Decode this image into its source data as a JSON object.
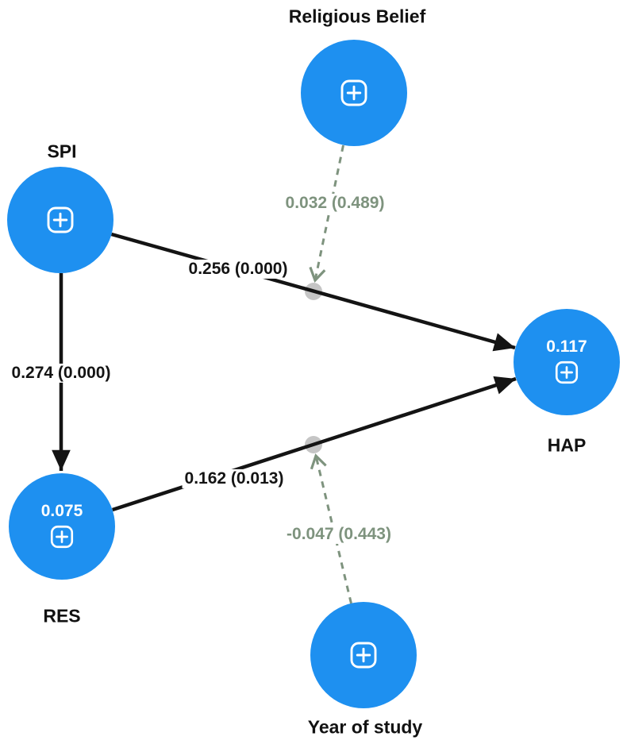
{
  "diagram": {
    "type": "sem-path-model",
    "colors": {
      "node_fill": "#1e90f0",
      "direct_path": "#141414",
      "moderation_path": "#7e937e",
      "moderation_dot": "#c5c5c5",
      "node_value_text": "#ffffff",
      "label_text": "#111111"
    },
    "nodes": {
      "religious_belief": {
        "label": "Religious Belief",
        "icon": "plus-square-icon"
      },
      "spi": {
        "label": "SPI",
        "icon": "plus-square-icon"
      },
      "hap": {
        "label": "HAP",
        "value": "0.117",
        "icon": "plus-square-icon"
      },
      "res": {
        "label": "RES",
        "value": "0.075",
        "icon": "plus-square-icon"
      },
      "year_of_study": {
        "label": "Year of study",
        "icon": "plus-square-icon"
      }
    },
    "paths": {
      "spi_hap": {
        "from": "SPI",
        "to": "HAP",
        "label": "0.256 (0.000)",
        "style": "solid-black-arrow"
      },
      "spi_res": {
        "from": "SPI",
        "to": "RES",
        "label": "0.274 (0.000)",
        "style": "solid-black-arrow"
      },
      "res_hap": {
        "from": "RES",
        "to": "HAP",
        "label": "0.162 (0.013)",
        "style": "solid-black-arrow"
      },
      "rb_moderation": {
        "from": "Religious Belief",
        "to": "SPI->HAP path",
        "label": "0.032 (0.489)",
        "style": "dashed-green-arrow"
      },
      "yos_moderation": {
        "from": "Year of study",
        "to": "RES->HAP path",
        "label": "-0.047 (0.443)",
        "style": "dashed-green-arrow"
      }
    }
  }
}
